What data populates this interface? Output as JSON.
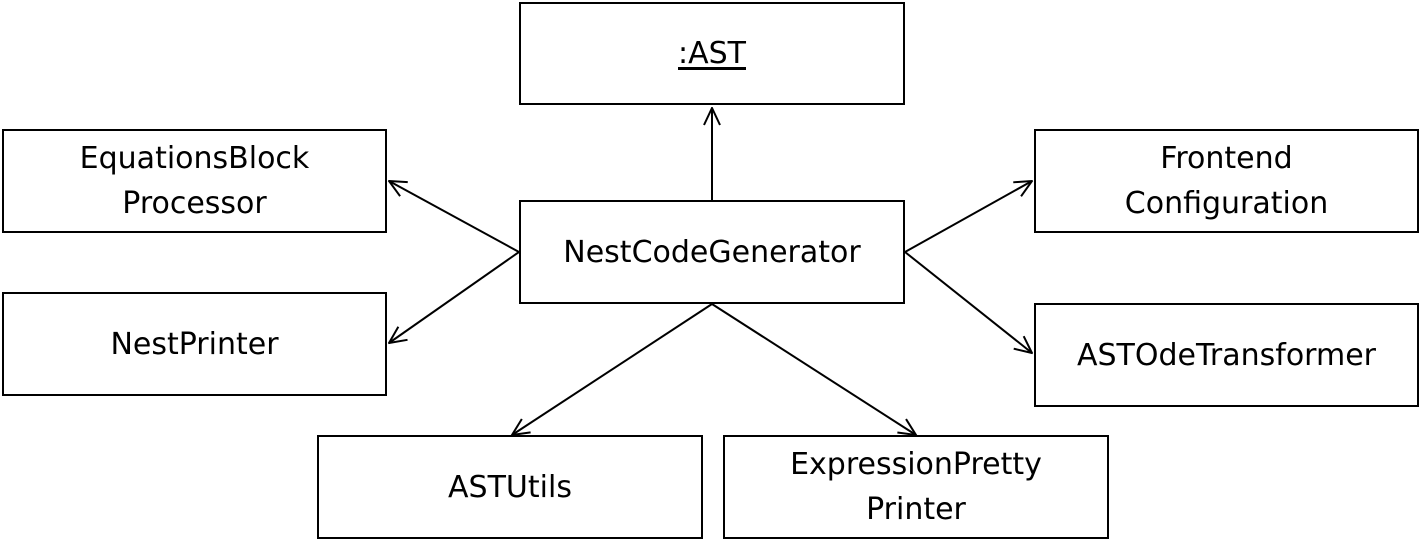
{
  "nodes": {
    "ast": {
      "lines": [
        ":AST"
      ]
    },
    "equations_block_processor": {
      "lines": [
        "EquationsBlock",
        "Processor"
      ]
    },
    "nest_code_generator": {
      "lines": [
        "NestCodeGenerator"
      ]
    },
    "frontend_configuration": {
      "lines": [
        "Frontend",
        "Configuration"
      ]
    },
    "nest_printer": {
      "lines": [
        "NestPrinter"
      ]
    },
    "ast_ode_transformer": {
      "lines": [
        "ASTOdeTransformer"
      ]
    },
    "ast_utils": {
      "lines": [
        "ASTUtils"
      ]
    },
    "expression_pretty_printer": {
      "lines": [
        "ExpressionPretty",
        "Printer"
      ]
    }
  },
  "edges": [
    {
      "from": "nest_code_generator",
      "to": "ast"
    },
    {
      "from": "nest_code_generator",
      "to": "equations_block_processor"
    },
    {
      "from": "nest_code_generator",
      "to": "nest_printer"
    },
    {
      "from": "nest_code_generator",
      "to": "frontend_configuration"
    },
    {
      "from": "nest_code_generator",
      "to": "ast_ode_transformer"
    },
    {
      "from": "nest_code_generator",
      "to": "ast_utils"
    },
    {
      "from": "nest_code_generator",
      "to": "expression_pretty_printer"
    }
  ],
  "colors": {
    "stroke": "#000000",
    "text": "#000000",
    "background": "#ffffff"
  }
}
